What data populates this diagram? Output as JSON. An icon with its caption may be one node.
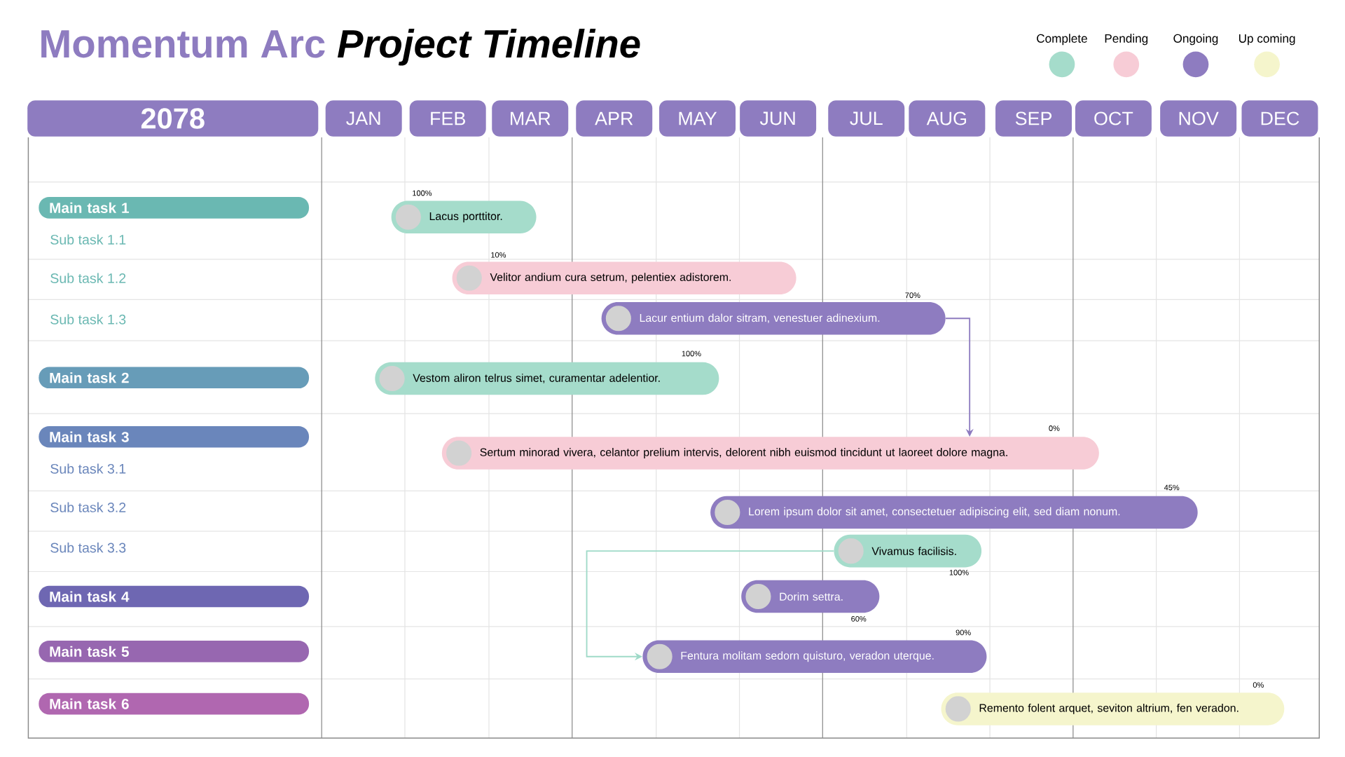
{
  "diagram": {
    "title": "Momentum Arc *Project Timeline*",
    "nodes": [
      {
        "text": [
          "2078"
        ]
      },
      {
        "text": [
          "JAN"
        ]
      },
      {
        "text": [
          "FEB"
        ]
      },
      {
        "text": [
          "MAR"
        ]
      },
      {
        "text": [
          "APR"
        ]
      },
      {
        "text": [
          "MAY"
        ]
      },
      {
        "text": [
          "JUN"
        ]
      },
      {
        "text": [
          "JUL"
        ]
      },
      {
        "text": [
          "AUG"
        ]
      },
      {
        "text": [
          "SEP"
        ]
      },
      {
        "text": [
          "OCT"
        ]
      },
      {
        "text": [
          "NOV"
        ]
      },
      {
        "text": [
          "DEC"
        ]
      },
      {
        "text": [
          "Main task 1"
        ]
      },
      {
        "text": [
          "Main task 2"
        ]
      },
      {
        "text": [
          "Main task 3"
        ]
      },
      {
        "text": [
          "Main task 4"
        ]
      },
      {
        "text": [
          "Main task 5"
        ]
      },
      {
        "text": [
          "Main task 6"
        ]
      },
      {
        "text": [
          "Lacus porttitor."
        ],
        "beside": [
          "100%"
        ]
      },
      {
        "text": [
          "Velitor andium cura setrum, pelentiex adistorem."
        ],
        "beside": [
          "10%"
        ]
      },
      {
        "text": [
          "Lacur entium dalor sitram, venestuer adinexium."
        ],
        "beside": [
          "70%"
        ]
      },
      {
        "text": [
          "Vestom aliron telrus simet, curamentar adelentior."
        ],
        "beside": [
          "100%"
        ]
      },
      {
        "text": [
          "Sertum minorad vivera, celantor prelium intervis, delorent nibh euismod tincidunt ut laoreet dolore magna."
        ],
        "beside": [
          "0%"
        ]
      },
      {
        "text": [
          "Lorem ipsum dolor sit amet, consectetuer adipiscing elit, sed diam nonum."
        ],
        "beside": [
          "45%"
        ]
      },
      {
        "text": [
          "Vivamus facilisis."
        ],
        "beside": [
          "100%"
        ]
      },
      {
        "text": [
          "Dorim settra."
        ],
        "beside": [
          "60%"
        ]
      },
      {
        "text": [
          "Fentura molitam sedorn quisturo, veradon uterque."
        ],
        "beside": [
          "90%"
        ]
      },
      {
        "text": [
          "Remento folent arquet, seviton altrium, fen veradon."
        ],
        "beside": [
          "0%"
        ]
      }
    ],
    "edges": [
      {
        "from": 21,
        "to": 23,
        "arrow": "to",
        "color": "#8e7cc0"
      },
      {
        "from": 25,
        "to": 27,
        "arrow": "to",
        "color": "#9fdac8"
      }
    ],
    "labels": [
      "Sub task 1.1",
      "Sub task 1.2",
      "Sub task 1.3",
      "Sub task 3.1",
      "Sub task 3.2",
      "Sub task 3.3"
    ],
    "legend": [
      {
        "text": "Complete",
        "color": "#a5dccb"
      },
      {
        "text": "Pending",
        "color": "#f7ccd6"
      },
      {
        "text": "Ongoing",
        "color": "#8e7cc0"
      },
      {
        "text": "Up coming",
        "color": "#f5f5cc"
      }
    ]
  }
}
